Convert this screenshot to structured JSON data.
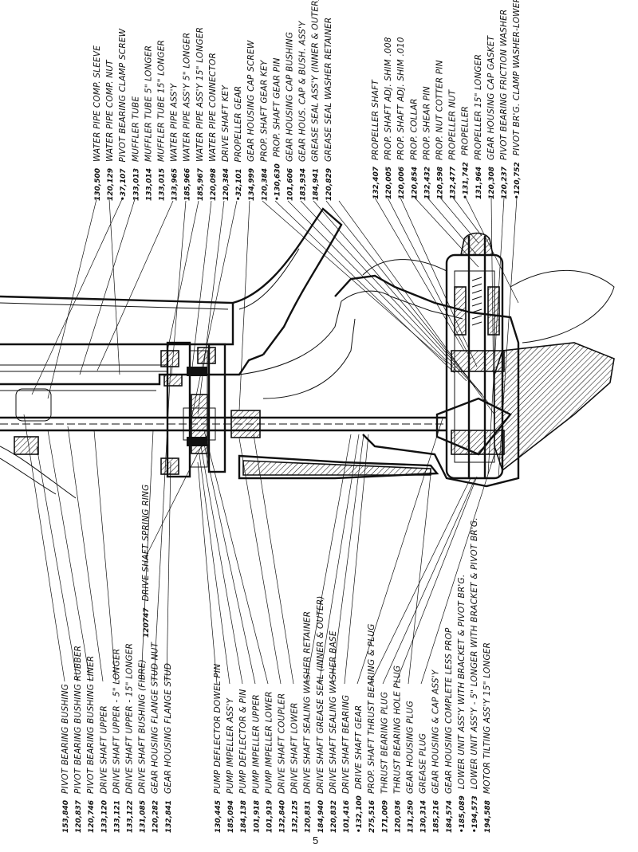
{
  "page_number": "5",
  "drive_shaft_spring_ring": {
    "part": "120747",
    "name": "Drive Shaft Spring Ring"
  },
  "top_parts": [
    {
      "part": "130,500",
      "name": "Water Pipe Comp. Sleeve"
    },
    {
      "part": "120,129",
      "name": "Water Pipe Comp. Nut"
    },
    {
      "part": "•37,107",
      "name": "Pivot Bearing Clamp Screw"
    },
    {
      "part": "133,013",
      "name": "Muffler Tube"
    },
    {
      "part": "133,014",
      "name": "Muffler Tube 5\" Longer"
    },
    {
      "part": "133,015",
      "name": "Muffler Tube 15\" Longer"
    },
    {
      "part": "133,965",
      "name": "Water Pipe Ass'y"
    },
    {
      "part": "185,966",
      "name": "Water Pipe Ass'y 5\" Longer"
    },
    {
      "part": "185,967",
      "name": "Water Pipe Ass'y 15\" Longer"
    },
    {
      "part": "120,098",
      "name": "Water Pipe Connector"
    },
    {
      "part": "120,384",
      "name": "Drive Shaft Key"
    },
    {
      "part": "•32,101",
      "name": "Propeller Gear"
    },
    {
      "part": "134,999",
      "name": "Gear Housing Cap Screw"
    },
    {
      "part": "120,384",
      "name": "Prop. Shaft Gear Key"
    },
    {
      "part": "•130,630",
      "name": "Prop. Shaft Gear Pin"
    },
    {
      "part": "101,606",
      "name": "Gear Housing Cap Bushing"
    },
    {
      "part": "183,934",
      "name": "Gear Hous. Cap & Bush. Ass'y"
    },
    {
      "part": "184,941",
      "name": "Grease Seal Ass'y (Inner & Outer)"
    },
    {
      "part": "120,829",
      "name": "Grease Seal Washer Retainer"
    }
  ],
  "right_parts": [
    {
      "part": "132,407",
      "name": "Propeller Shaft"
    },
    {
      "part": "120,005",
      "name": "Prop. Shaft Adj. Shim .008"
    },
    {
      "part": "120,006",
      "name": "Prop. Shaft Adj. Shim .010"
    },
    {
      "part": "120,854",
      "name": "Prop. Collar"
    },
    {
      "part": "132,432",
      "name": "Prop. Shear Pin"
    },
    {
      "part": "120,598",
      "name": "Prop. Nut Cotter Pin"
    },
    {
      "part": "132,477",
      "name": "Propeller Nut"
    },
    {
      "part": "•131,742",
      "name": "Propeller"
    },
    {
      "part": "131,964",
      "name": "Propeller 15\" Longer"
    },
    {
      "part": "120,308",
      "name": "Gear Housing Cap Gasket"
    },
    {
      "part": "120,237",
      "name": "Pivot Bearing Friction Washer"
    },
    {
      "part": "•120,752",
      "name": "Pivot Br'g. Clamp Washer-Lower"
    }
  ],
  "bottom_left_parts": [
    {
      "part": "153,840",
      "name": "Pivot Bearing Bushing"
    },
    {
      "part": "120,837",
      "name": "Pivot Bearing Bushing Rubber"
    },
    {
      "part": "120,746",
      "name": "Pivot Bearing Bushing Liner"
    },
    {
      "part": "133,120",
      "name": "Drive Shaft Upper"
    },
    {
      "part": "133,121",
      "name": "Drive Shaft Upper - 5\" Longer"
    },
    {
      "part": "133,122",
      "name": "Drive Shaft Upper - 15\" Longer"
    },
    {
      "part": "131,085",
      "name": "Drive Shaft Bushing (Fibre)"
    },
    {
      "part": "120,282",
      "name": "Gear Housing Flange Stud Nut"
    },
    {
      "part": "132,841",
      "name": "Gear Housing Flange Stud"
    }
  ],
  "bottom_right_parts": [
    {
      "part": "130,445",
      "name": "Pump Deflector Dowel Pin"
    },
    {
      "part": "185,094",
      "name": "Pump Impeller Ass'y"
    },
    {
      "part": "184,138",
      "name": "Pump Deflector & Pin"
    },
    {
      "part": "101,918",
      "name": "Pump Impeller Upper"
    },
    {
      "part": "101,919",
      "name": "Pump Impeller Lower"
    },
    {
      "part": "132,840",
      "name": "Drive Shaft Coupler"
    },
    {
      "part": "132,125",
      "name": "Drive Shaft Lower"
    },
    {
      "part": "120,831",
      "name": "Drive Shaft Sealing Washer Retainer"
    },
    {
      "part": "184,940",
      "name": "Drive Shaft Grease Seal (Inner & Outer)"
    },
    {
      "part": "120,832",
      "name": "Drive Shaft Sealing Washer Base"
    },
    {
      "part": "101,416",
      "name": "Drive Shaft Bearing"
    },
    {
      "part": "•132,100",
      "name": "Drive Shaft Gear"
    },
    {
      "part": "275,516",
      "name": "Prop. Shaft Thrust Bearing & Plug"
    },
    {
      "part": "171,009",
      "name": "Thrust Bearing Plug"
    },
    {
      "part": "120,036",
      "name": "Thrust Bearing Hole Plug"
    },
    {
      "part": "131,250",
      "name": "Gear Housing Plug"
    },
    {
      "part": "130,314",
      "name": "Grease Plug"
    },
    {
      "part": "185,216",
      "name": "Gear Housing & Cap Ass'y"
    },
    {
      "part": "184,574",
      "name": "Gear Housing Complete Less Prop"
    },
    {
      "part": "•185,089",
      "name": "Lower Unit Ass'y With Bracket & Pivot Br'g."
    },
    {
      "part": "•194,573",
      "name": "Lower Unit Ass'y - 5\" Longer With Bracket & Pivot Br'g."
    },
    {
      "part": "194,588",
      "name": "Motor Tilting Ass'y 15\" Longer"
    }
  ]
}
